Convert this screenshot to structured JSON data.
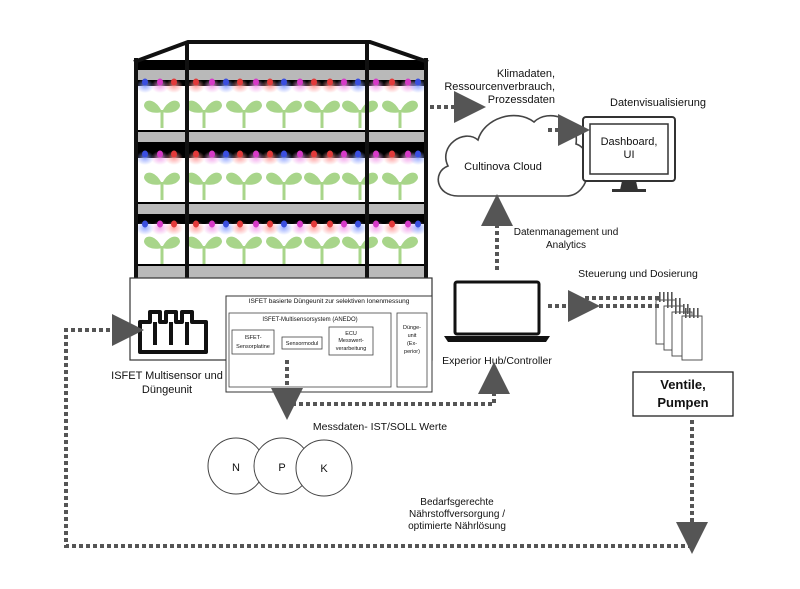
{
  "labels": {
    "cloud_data": [
      "Klimadaten,",
      "Ressourcenverbrauch,",
      "Prozessdaten"
    ],
    "datenvisualisierung": "Datenvisualisierung",
    "cloud_name": "Cultinova Cloud",
    "dashboard": [
      "Dashboard,",
      "UI"
    ],
    "datenmanagement": [
      "Datenmanagement und",
      "Analytics"
    ],
    "steuerung": "Steuerung und Dosierung",
    "hub": "Experior Hub/Controller",
    "ventile": [
      "Ventile,",
      "Pumpen"
    ],
    "isfet_multisensor": [
      "ISFET Multisensor und",
      "Düngeunit"
    ],
    "duengeunit_title": "ISFET basierte Düngeunit zur selektiven Ionenmessung",
    "multisensorsystem": "ISFET-Multisensorsystem (ANEDO)",
    "sensorplatine": [
      "ISFET-",
      "Sensorplatine"
    ],
    "sensormodul": "Sensormodul",
    "ecu": [
      "ECU",
      "Messwert-",
      "verarbeitung"
    ],
    "duenge_unit": [
      "Dünge-",
      "unit",
      "(Ex-",
      "perior)"
    ],
    "messdaten": "Messdaten-  IST/SOLL Werte",
    "npk": [
      "N",
      "P",
      "K"
    ],
    "bedarf": [
      "Bedarfsgerechte",
      "Nährstoffversorgung /",
      "optimierte Nährlösung"
    ]
  },
  "colors": {
    "led_blue": "#3a4fe0",
    "led_red": "#e23a3a",
    "led_magenta": "#d63ac8",
    "plant": "#a8d58a",
    "shelf": "#b9b9b9",
    "frame": "#1a1a1a",
    "arrow": "#555555"
  }
}
